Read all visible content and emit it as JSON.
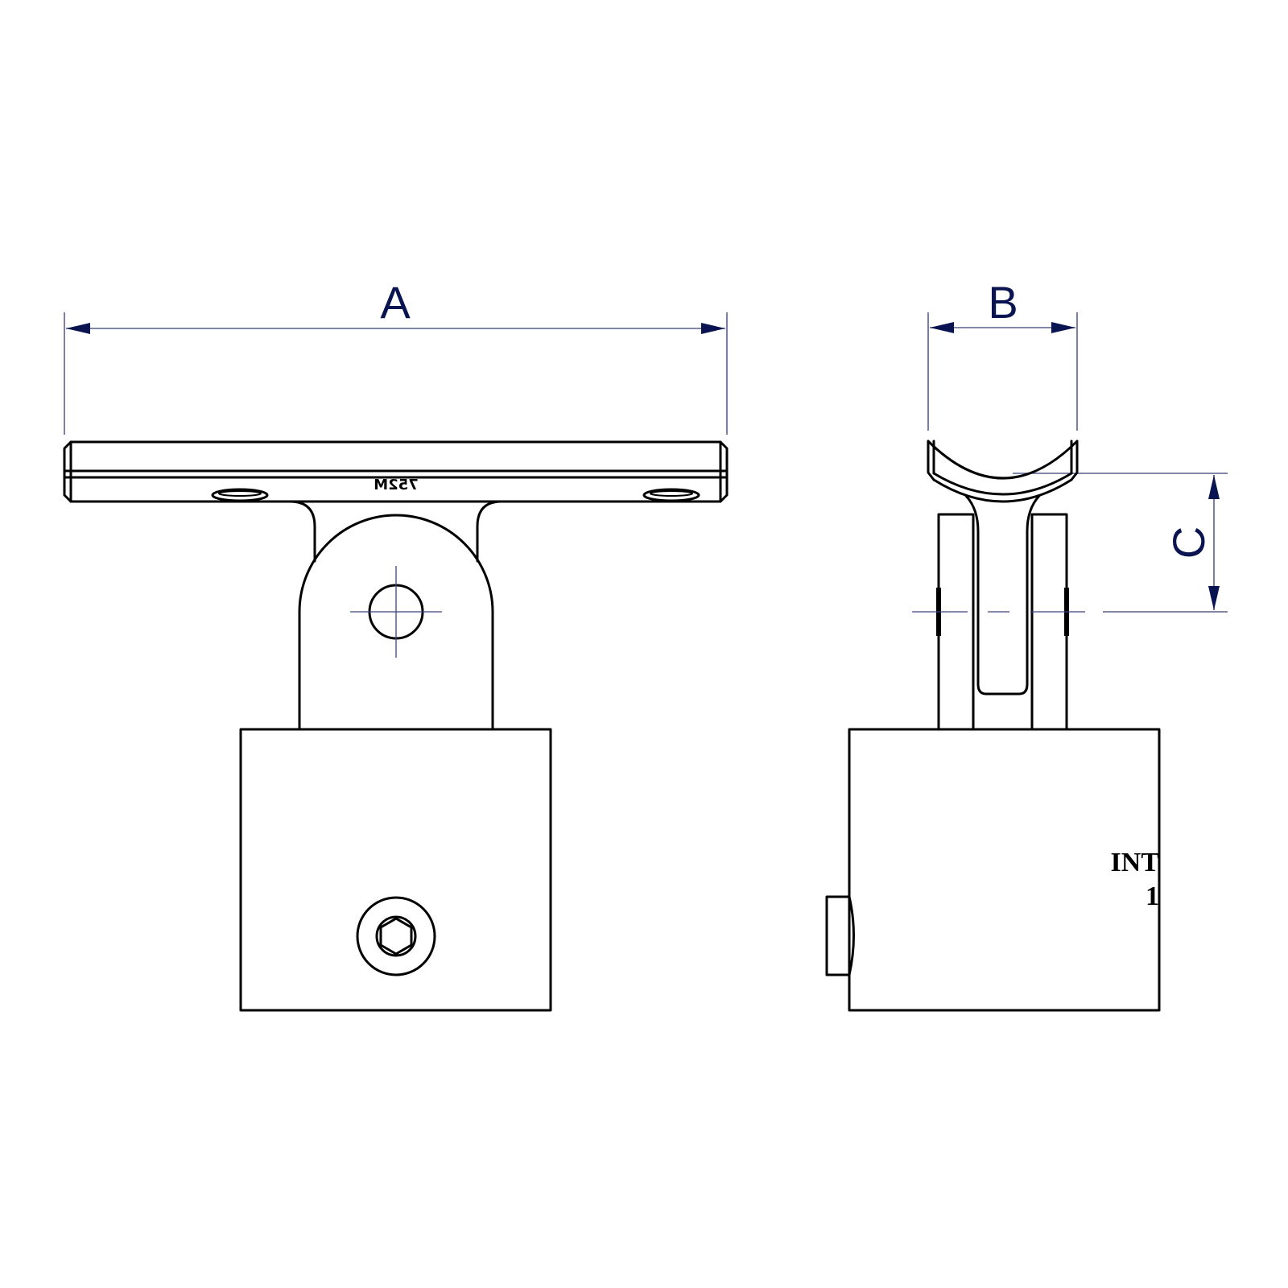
{
  "drawing": {
    "type": "technical-drawing",
    "subject": "adjustable handrail bracket with swivel saddle and square socket base",
    "views": [
      {
        "name": "front-view",
        "position": "left"
      },
      {
        "name": "side-view",
        "position": "right"
      }
    ]
  },
  "dimensions": {
    "a": {
      "label": "A",
      "orientation": "horizontal",
      "measures": "overall saddle plate width"
    },
    "b": {
      "label": "B",
      "orientation": "horizontal",
      "measures": "saddle width (side view)"
    },
    "c": {
      "label": "C",
      "orientation": "vertical",
      "measures": "saddle top to pivot centre"
    }
  },
  "markings": {
    "part_number_mirrored": "752M",
    "side_stamp_line1": "INT",
    "side_stamp_line2": "1"
  },
  "colors": {
    "outline": "#000000",
    "dimension_line": "#5a5f8f",
    "dimension_text": "#0a1450",
    "centre_line": "#3b4383",
    "background": "#ffffff"
  }
}
